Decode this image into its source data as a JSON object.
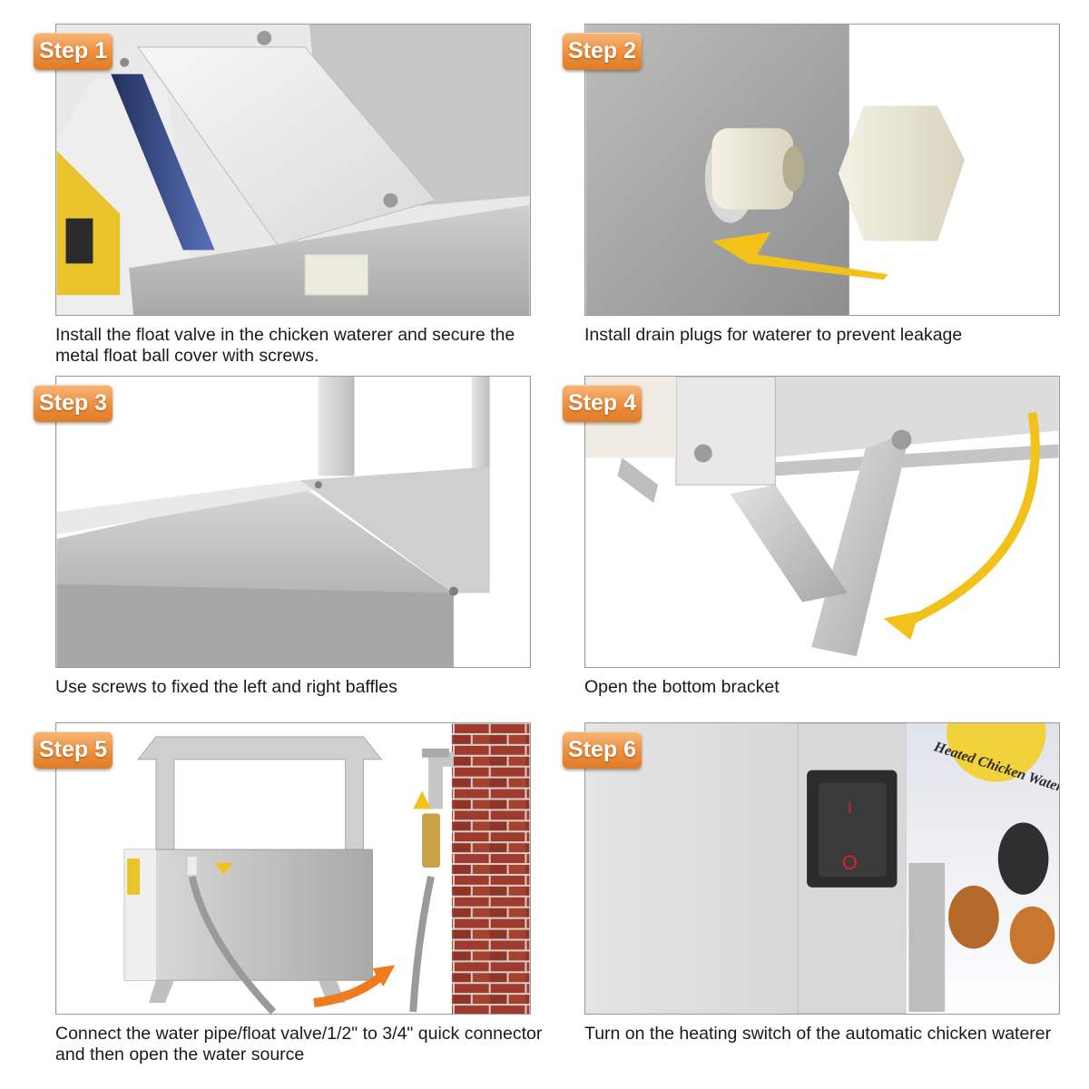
{
  "steps": [
    {
      "badge": "Step 1",
      "caption": "Install the float valve in the chicken waterer and secure the metal float ball cover with screws."
    },
    {
      "badge": "Step 2",
      "caption": "Install drain plugs for waterer to prevent leakage"
    },
    {
      "badge": "Step 3",
      "caption": "Use screws to fixed the left and right baffles"
    },
    {
      "badge": "Step 4",
      "caption": "Open the bottom bracket"
    },
    {
      "badge": "Step 5",
      "caption": "Connect the water pipe/float valve/1/2\" to 3/4\" quick connector and then open the water source"
    },
    {
      "badge": "Step 6",
      "caption": "Turn on the heating switch of the automatic chicken waterer"
    }
  ],
  "illustration_text": {
    "switch_on_mark": "I",
    "switch_off_mark": "O",
    "label_text": "Heated Chicken Waterer"
  },
  "colors": {
    "badge_orange": "#ee8f3c",
    "arrow_yellow": "#f3c21a",
    "arrow_orange": "#f07a1e",
    "brick_red": "#9e3b2e",
    "switch_red": "#d8232a"
  }
}
